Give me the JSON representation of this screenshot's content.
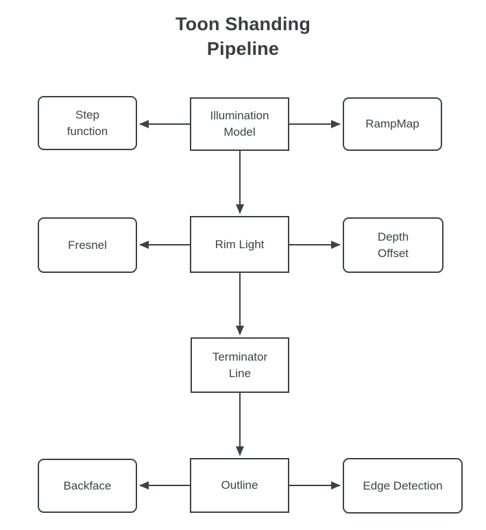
{
  "title": {
    "text": "Toon Shanding\nPipeline"
  },
  "colors": {
    "stroke": "#3b4149",
    "text": "#3d4248",
    "title_text": "#383d42",
    "background": "#ffffff"
  },
  "nodes": {
    "illumination_model": {
      "label": "Illumination\nModel",
      "shape": "rectangle"
    },
    "step_function": {
      "label": "Step\nfunction",
      "shape": "rounded"
    },
    "ramp_map": {
      "label": "RampMap",
      "shape": "rounded"
    },
    "rim_light": {
      "label": "Rim Light",
      "shape": "rectangle"
    },
    "fresnel": {
      "label": "Fresnel",
      "shape": "rounded"
    },
    "depth_offset": {
      "label": "Depth\nOffset",
      "shape": "rounded"
    },
    "terminator_line": {
      "label": "Terminator\nLine",
      "shape": "rectangle"
    },
    "outline": {
      "label": "Outline",
      "shape": "rectangle"
    },
    "backface": {
      "label": "Backface",
      "shape": "rounded"
    },
    "edge_detection": {
      "label": "Edge Detection",
      "shape": "rounded"
    }
  },
  "edges": [
    {
      "from": "illumination_model",
      "to": "step_function"
    },
    {
      "from": "illumination_model",
      "to": "ramp_map"
    },
    {
      "from": "illumination_model",
      "to": "rim_light"
    },
    {
      "from": "rim_light",
      "to": "fresnel"
    },
    {
      "from": "rim_light",
      "to": "depth_offset"
    },
    {
      "from": "rim_light",
      "to": "terminator_line"
    },
    {
      "from": "terminator_line",
      "to": "outline"
    },
    {
      "from": "outline",
      "to": "backface"
    },
    {
      "from": "outline",
      "to": "edge_detection"
    }
  ]
}
